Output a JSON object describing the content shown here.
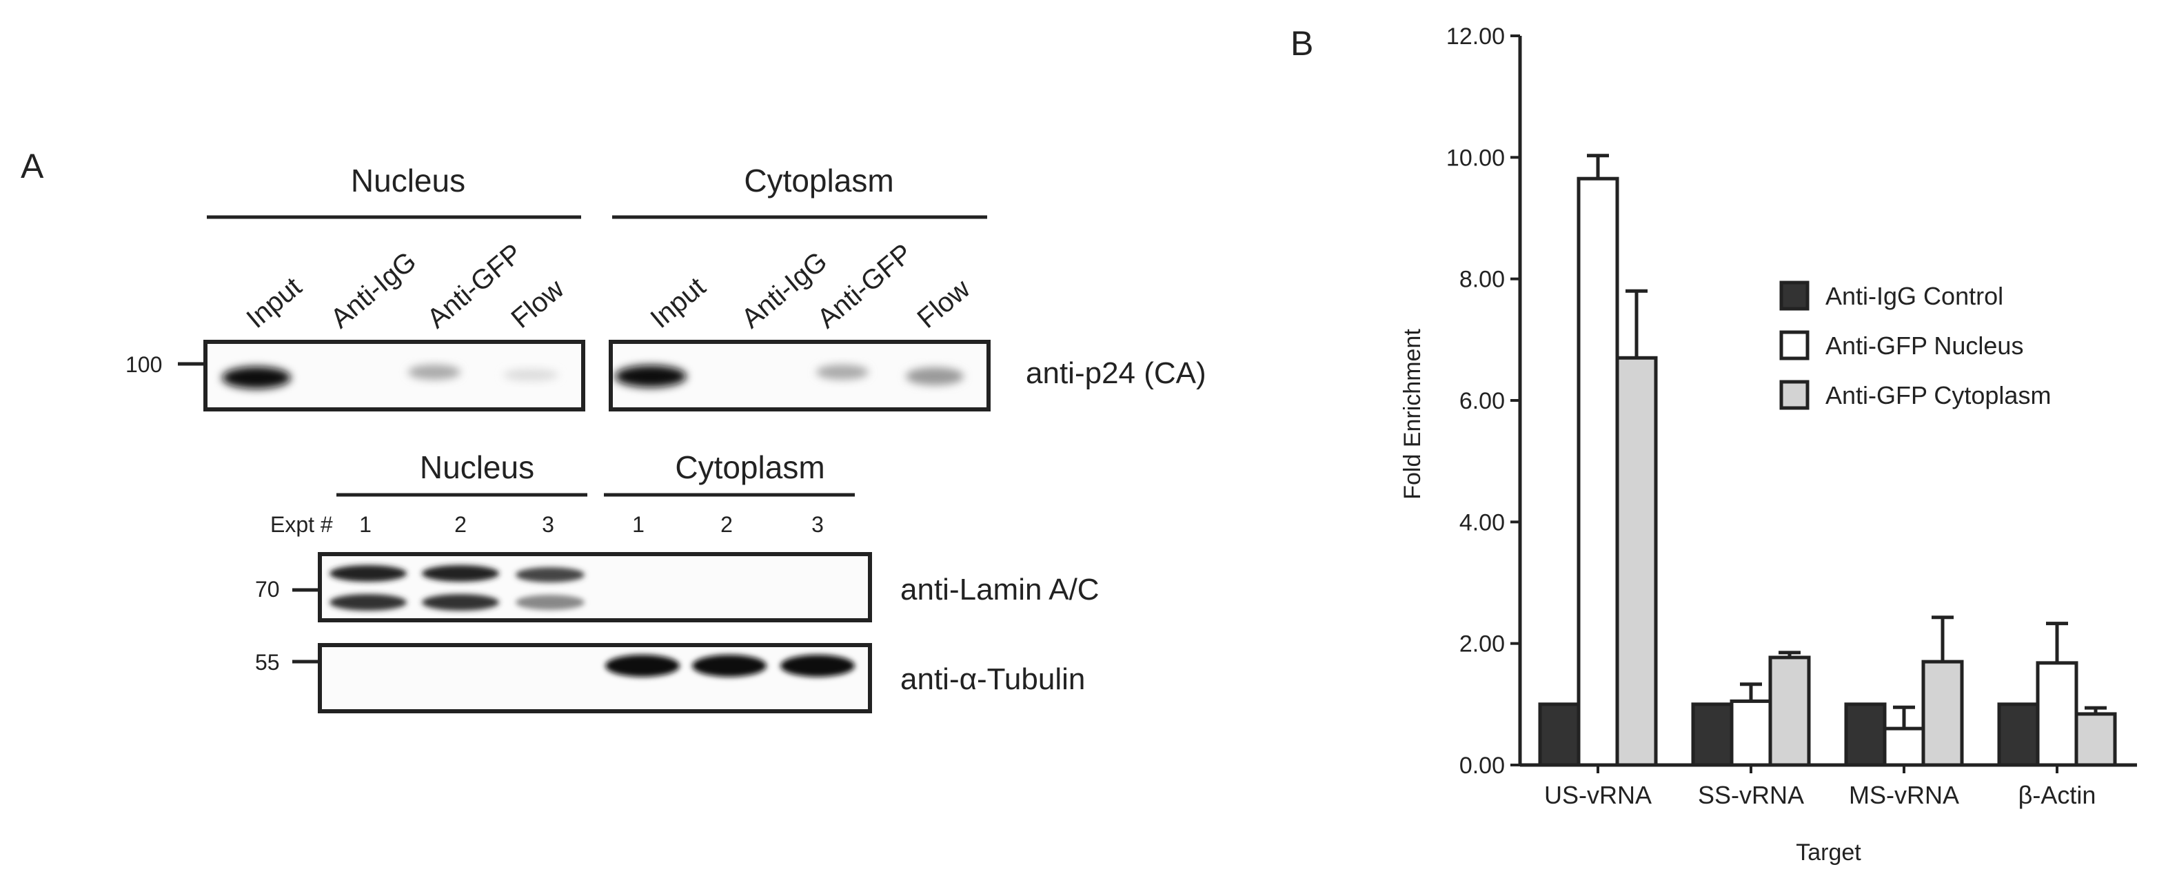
{
  "panel_a": {
    "label": "A",
    "blot_top": {
      "headers": [
        "Nucleus",
        "Cytoplasm"
      ],
      "lanes": [
        "Input",
        "Anti-IgG",
        "Anti-GFP",
        "Flow",
        "Input",
        "Anti-IgG",
        "Anti-GFP",
        "Flow"
      ],
      "mw_marker": "100",
      "antibody": "anti-p24 (CA)"
    },
    "blot_bottom": {
      "headers": [
        "Nucleus",
        "Cytoplasm"
      ],
      "expt_label": "Expt #",
      "expt_numbers": [
        "1",
        "2",
        "3",
        "1",
        "2",
        "3"
      ],
      "lamin_mw": "70",
      "lamin_antibody": "anti-Lamin A/C",
      "tubulin_mw": "55",
      "tubulin_antibody": "anti-α-Tubulin"
    }
  },
  "panel_b": {
    "label": "B",
    "chart_data": {
      "type": "bar",
      "categories": [
        "US-vRNA",
        "SS-vRNA",
        "MS-vRNA",
        "β-Actin"
      ],
      "series": [
        {
          "name": "Anti-IgG Control",
          "values": [
            1.0,
            1.0,
            1.0,
            1.0
          ],
          "errors": [
            0,
            0,
            0,
            0
          ],
          "color": "#333333"
        },
        {
          "name": "Anti-GFP Nucleus",
          "values": [
            9.65,
            1.05,
            0.6,
            1.68
          ],
          "errors": [
            0.38,
            0.28,
            0.35,
            0.65
          ],
          "color": "#ffffff"
        },
        {
          "name": "Anti-GFP Cytoplasm",
          "values": [
            6.7,
            1.77,
            1.7,
            0.84
          ],
          "errors": [
            1.1,
            0.08,
            0.73,
            0.1
          ],
          "color": "#d3d3d3"
        }
      ],
      "xlabel": "Target",
      "ylabel": "Fold Enrichment",
      "ylim": [
        0,
        12
      ],
      "yticks": [
        "0.00",
        "2.00",
        "4.00",
        "6.00",
        "8.00",
        "10.00",
        "12.00"
      ],
      "grid": false,
      "legend_placement": "right"
    }
  }
}
